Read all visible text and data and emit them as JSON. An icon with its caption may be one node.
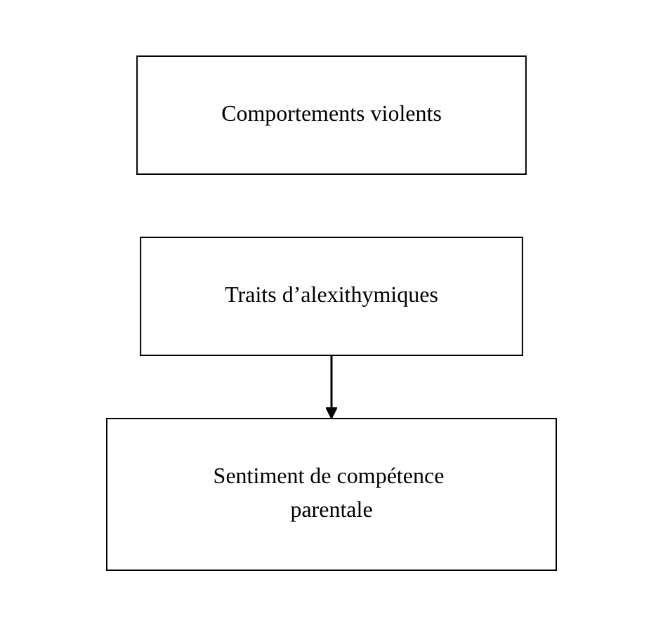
{
  "diagram": {
    "nodes": [
      {
        "text": [
          "Comportements violents"
        ]
      },
      {
        "text": [
          "Traits d’alexithymiques"
        ]
      },
      {
        "text": [
          "Sentiment de compétence parentale"
        ]
      }
    ],
    "edges": [
      {
        "from": 1,
        "to": 2,
        "arrow": "to"
      }
    ]
  }
}
